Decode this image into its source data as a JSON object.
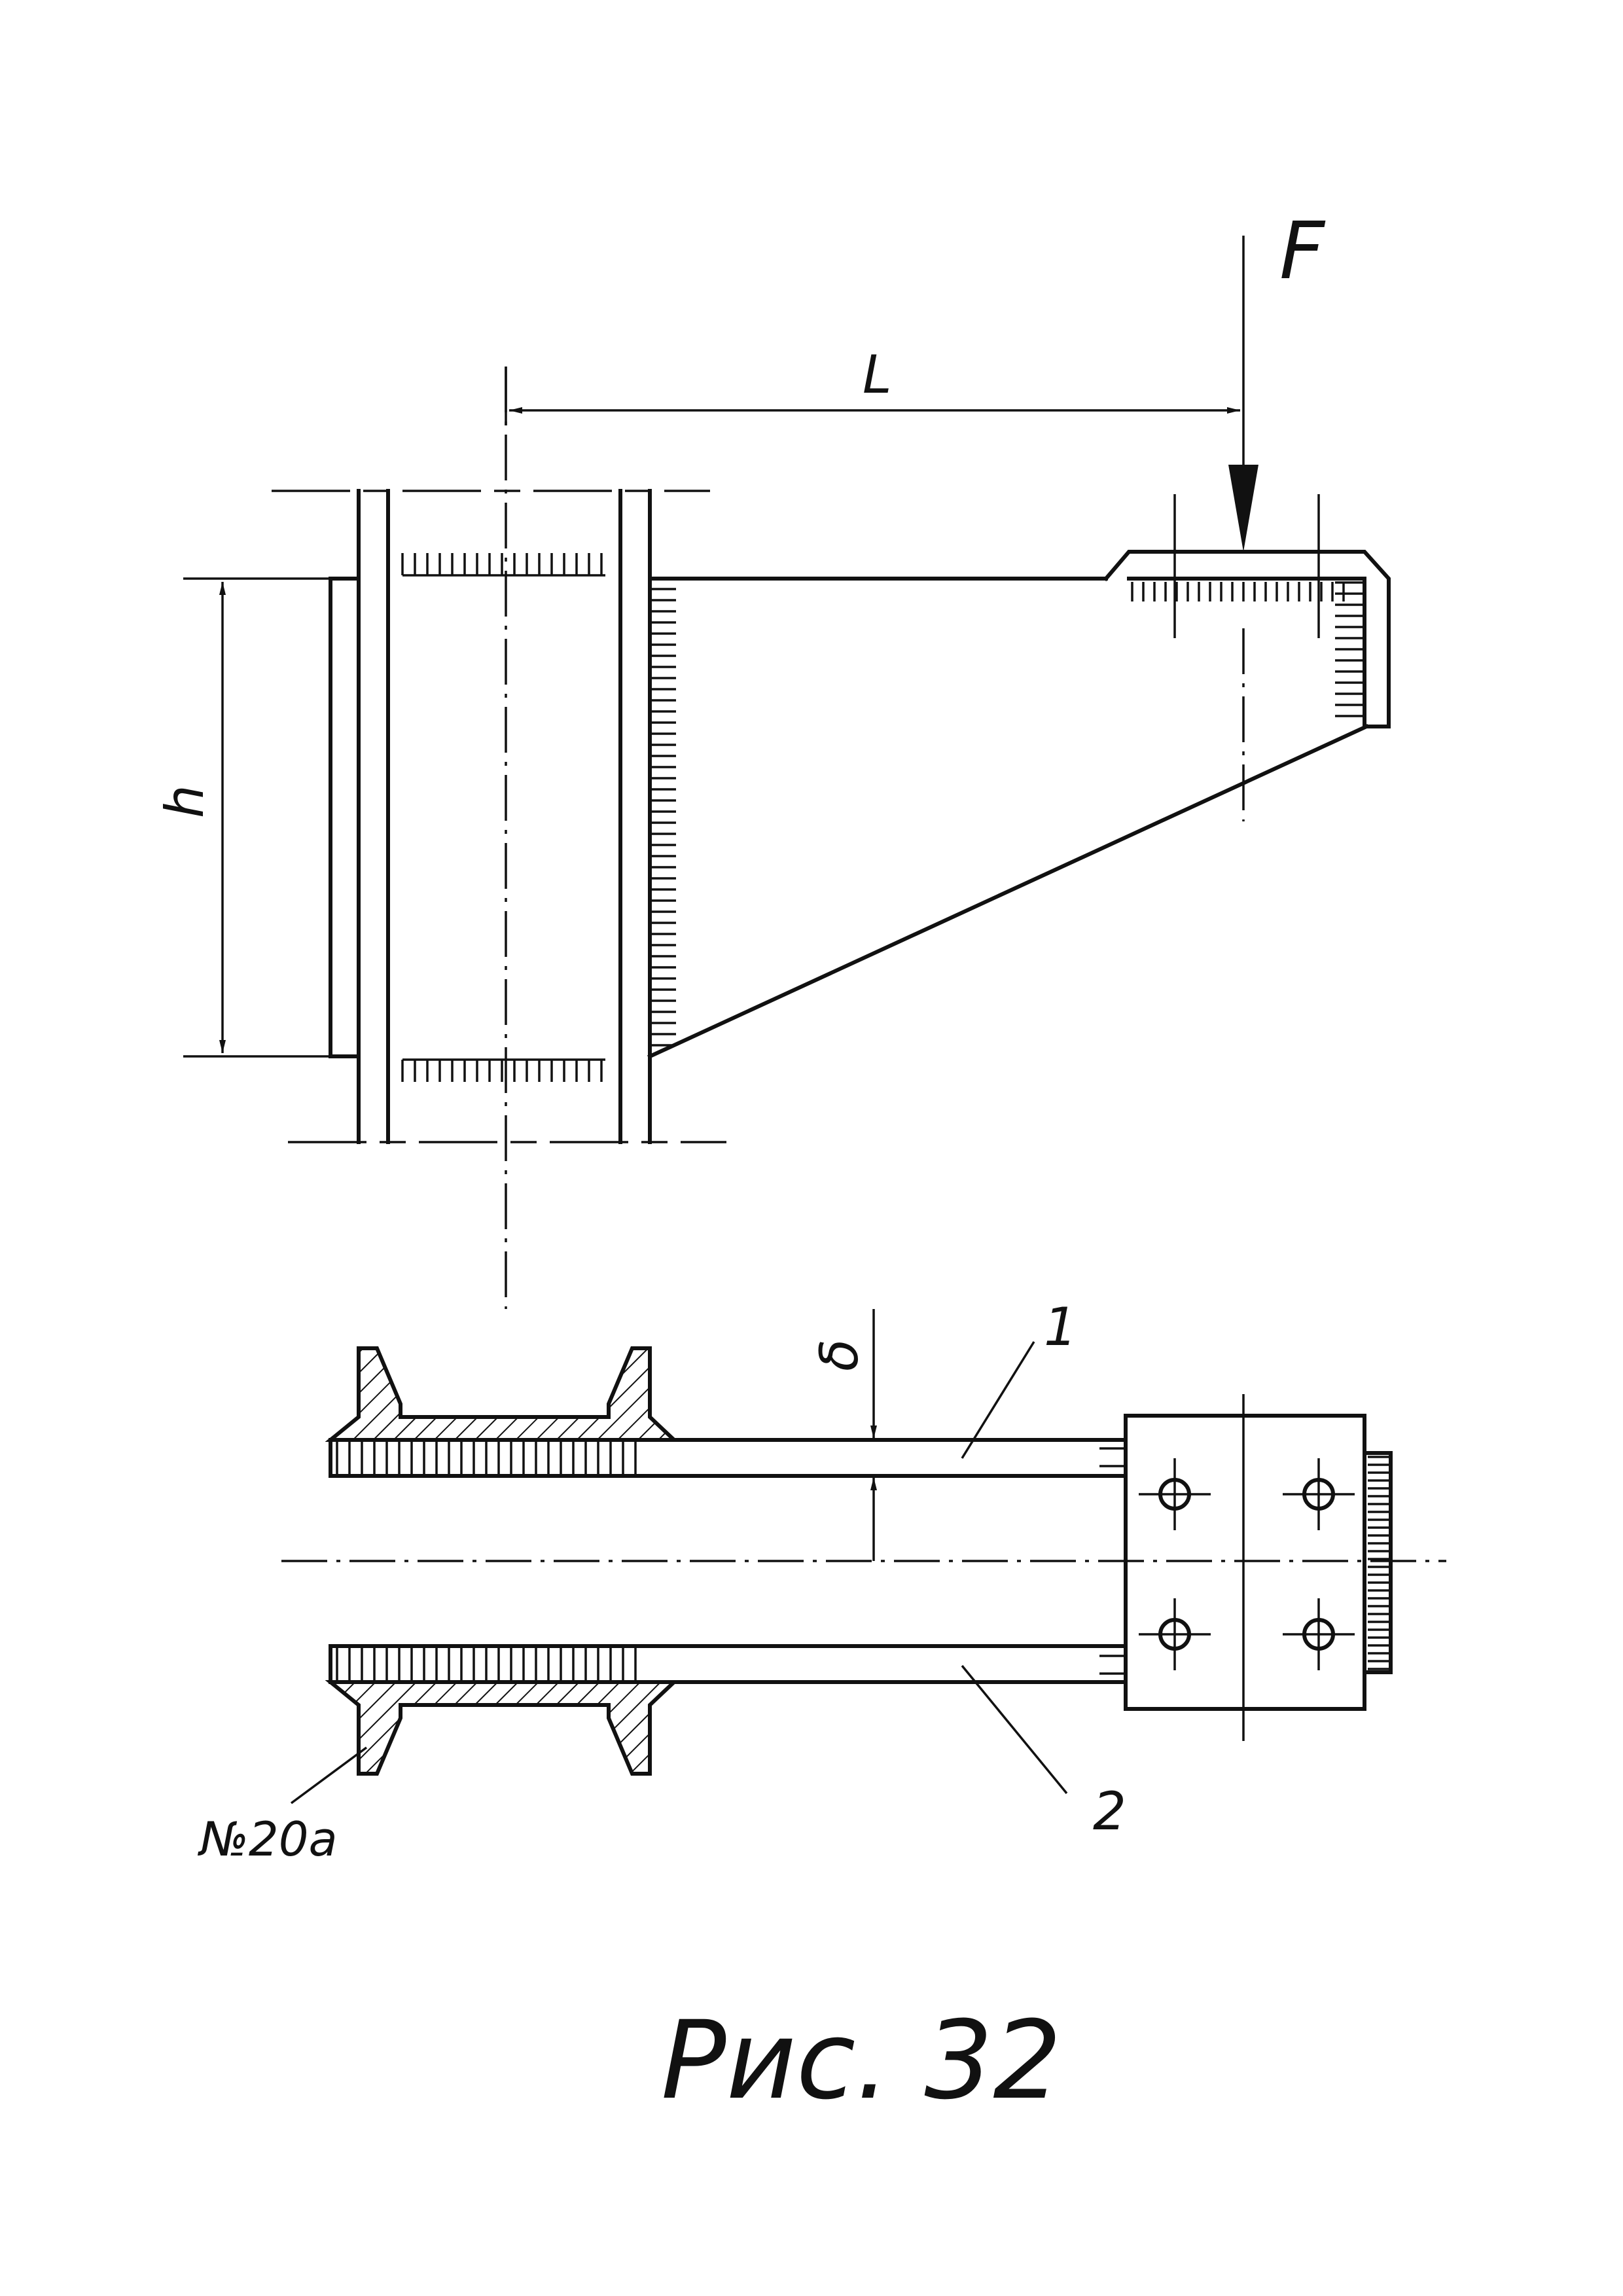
{
  "labels": {
    "force": "F",
    "length": "L",
    "height": "h",
    "thickness": "δ",
    "part_1": "1",
    "part_2": "2",
    "channel": "№20a",
    "caption": "Рис. 32"
  }
}
